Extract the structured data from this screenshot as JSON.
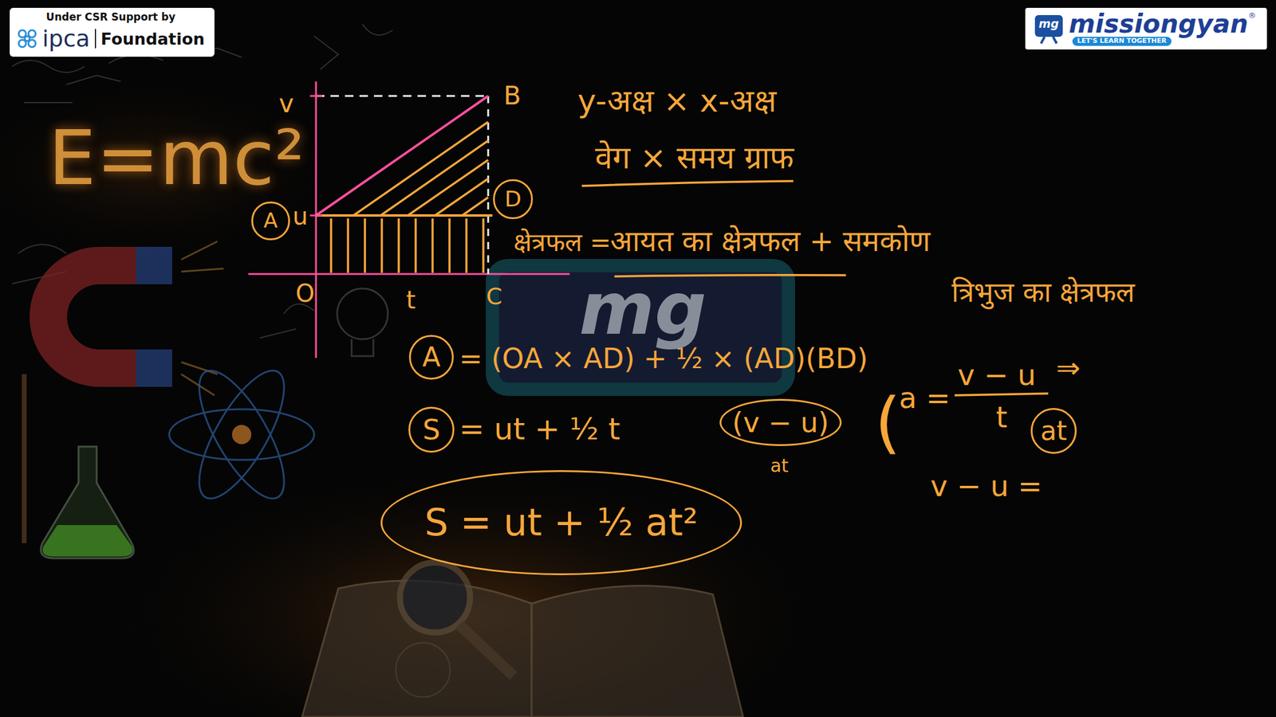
{
  "diagram": {
    "nodes": [
      {
        "text": [
          "Under CSR Support by",
          "ipca",
          "Foundation"
        ]
      },
      {
        "text": [
          "mg",
          "missiongyan",
          "®",
          "LET'S LEARN TOGETHER"
        ]
      },
      {
        "text": [
          "A"
        ]
      },
      {
        "text": [
          "D"
        ]
      },
      {
        "text": [
          "A"
        ]
      },
      {
        "text": [
          "S"
        ]
      },
      {
        "text": [
          "(v − u)"
        ]
      },
      {
        "text": [
          "S = ut + ½ at²"
        ]
      },
      {
        "text": [
          "at"
        ]
      }
    ],
    "labels": [
      "E=mc²",
      "v",
      "B",
      "u",
      "O",
      "t",
      "C",
      "y-अक्ष × x-अक्ष",
      "वेग × समय ग्राफ",
      "क्षेत्रफल =",
      "आयत का क्षेत्रफल + समकोण",
      "त्रिभुज का क्षेत्रफल",
      "= (OA × AD) + ½ × (AD)(BD)",
      "= ut + ½ t",
      "at",
      "(",
      "a =",
      "v − u",
      "t",
      "⇒",
      "v − u =",
      "mg"
    ]
  }
}
